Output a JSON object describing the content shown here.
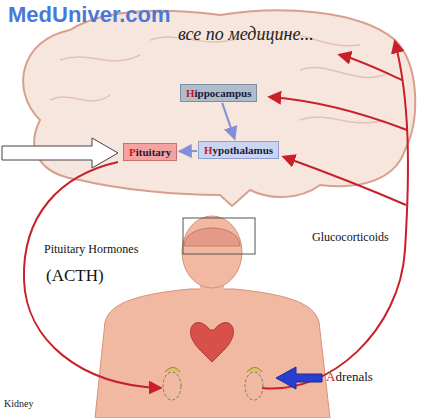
{
  "diagram": {
    "nodes": [
      {
        "text": [
          "Hippocampus"
        ]
      },
      {
        "text": [
          "Pituitary"
        ]
      },
      {
        "text": [
          "Hypothalamus"
        ]
      }
    ],
    "edges": [
      {
        "from": 0,
        "to": 2,
        "arrow": "to"
      },
      {
        "from": 2,
        "to": 1,
        "arrow": "to"
      }
    ],
    "labels": [
      "MedUniver.com",
      "все по медицине...",
      "Pituitary Hormones",
      "(ACTH)",
      "Glucocorticoids",
      "Adrenals",
      "Kidney"
    ]
  }
}
